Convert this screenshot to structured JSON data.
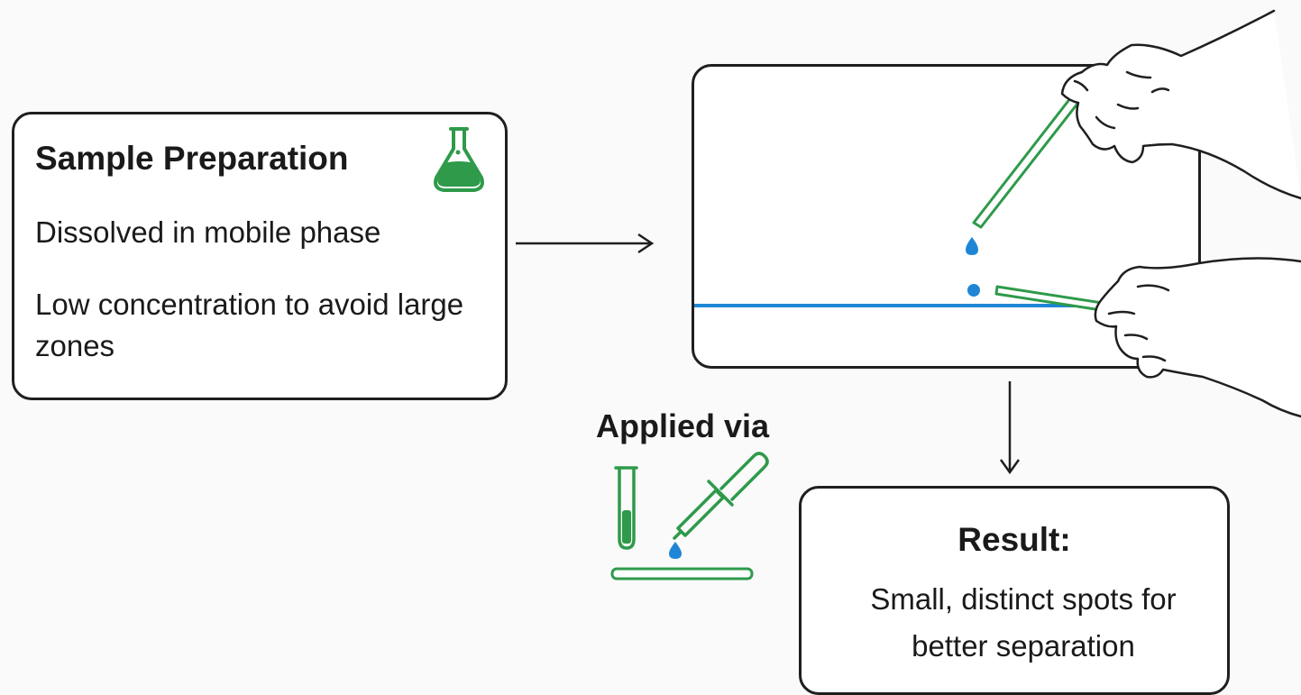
{
  "colors": {
    "outline": "#1f1f1f",
    "accent_green": "#2e9a4a",
    "accent_blue": "#1f86d6",
    "background": "#fafafa"
  },
  "sample_preparation": {
    "title": "Sample Preparation",
    "icon": "flask-icon",
    "lines": [
      "Dissolved in mobile phase",
      "Low concentration to avoid large zones"
    ]
  },
  "applied_via": {
    "label": "Applied via",
    "icons": [
      "test-tube-icon",
      "dropper-icon",
      "plate-strip-icon"
    ]
  },
  "result": {
    "title": "Result:",
    "text": "Small, distinct spots for better separation"
  }
}
